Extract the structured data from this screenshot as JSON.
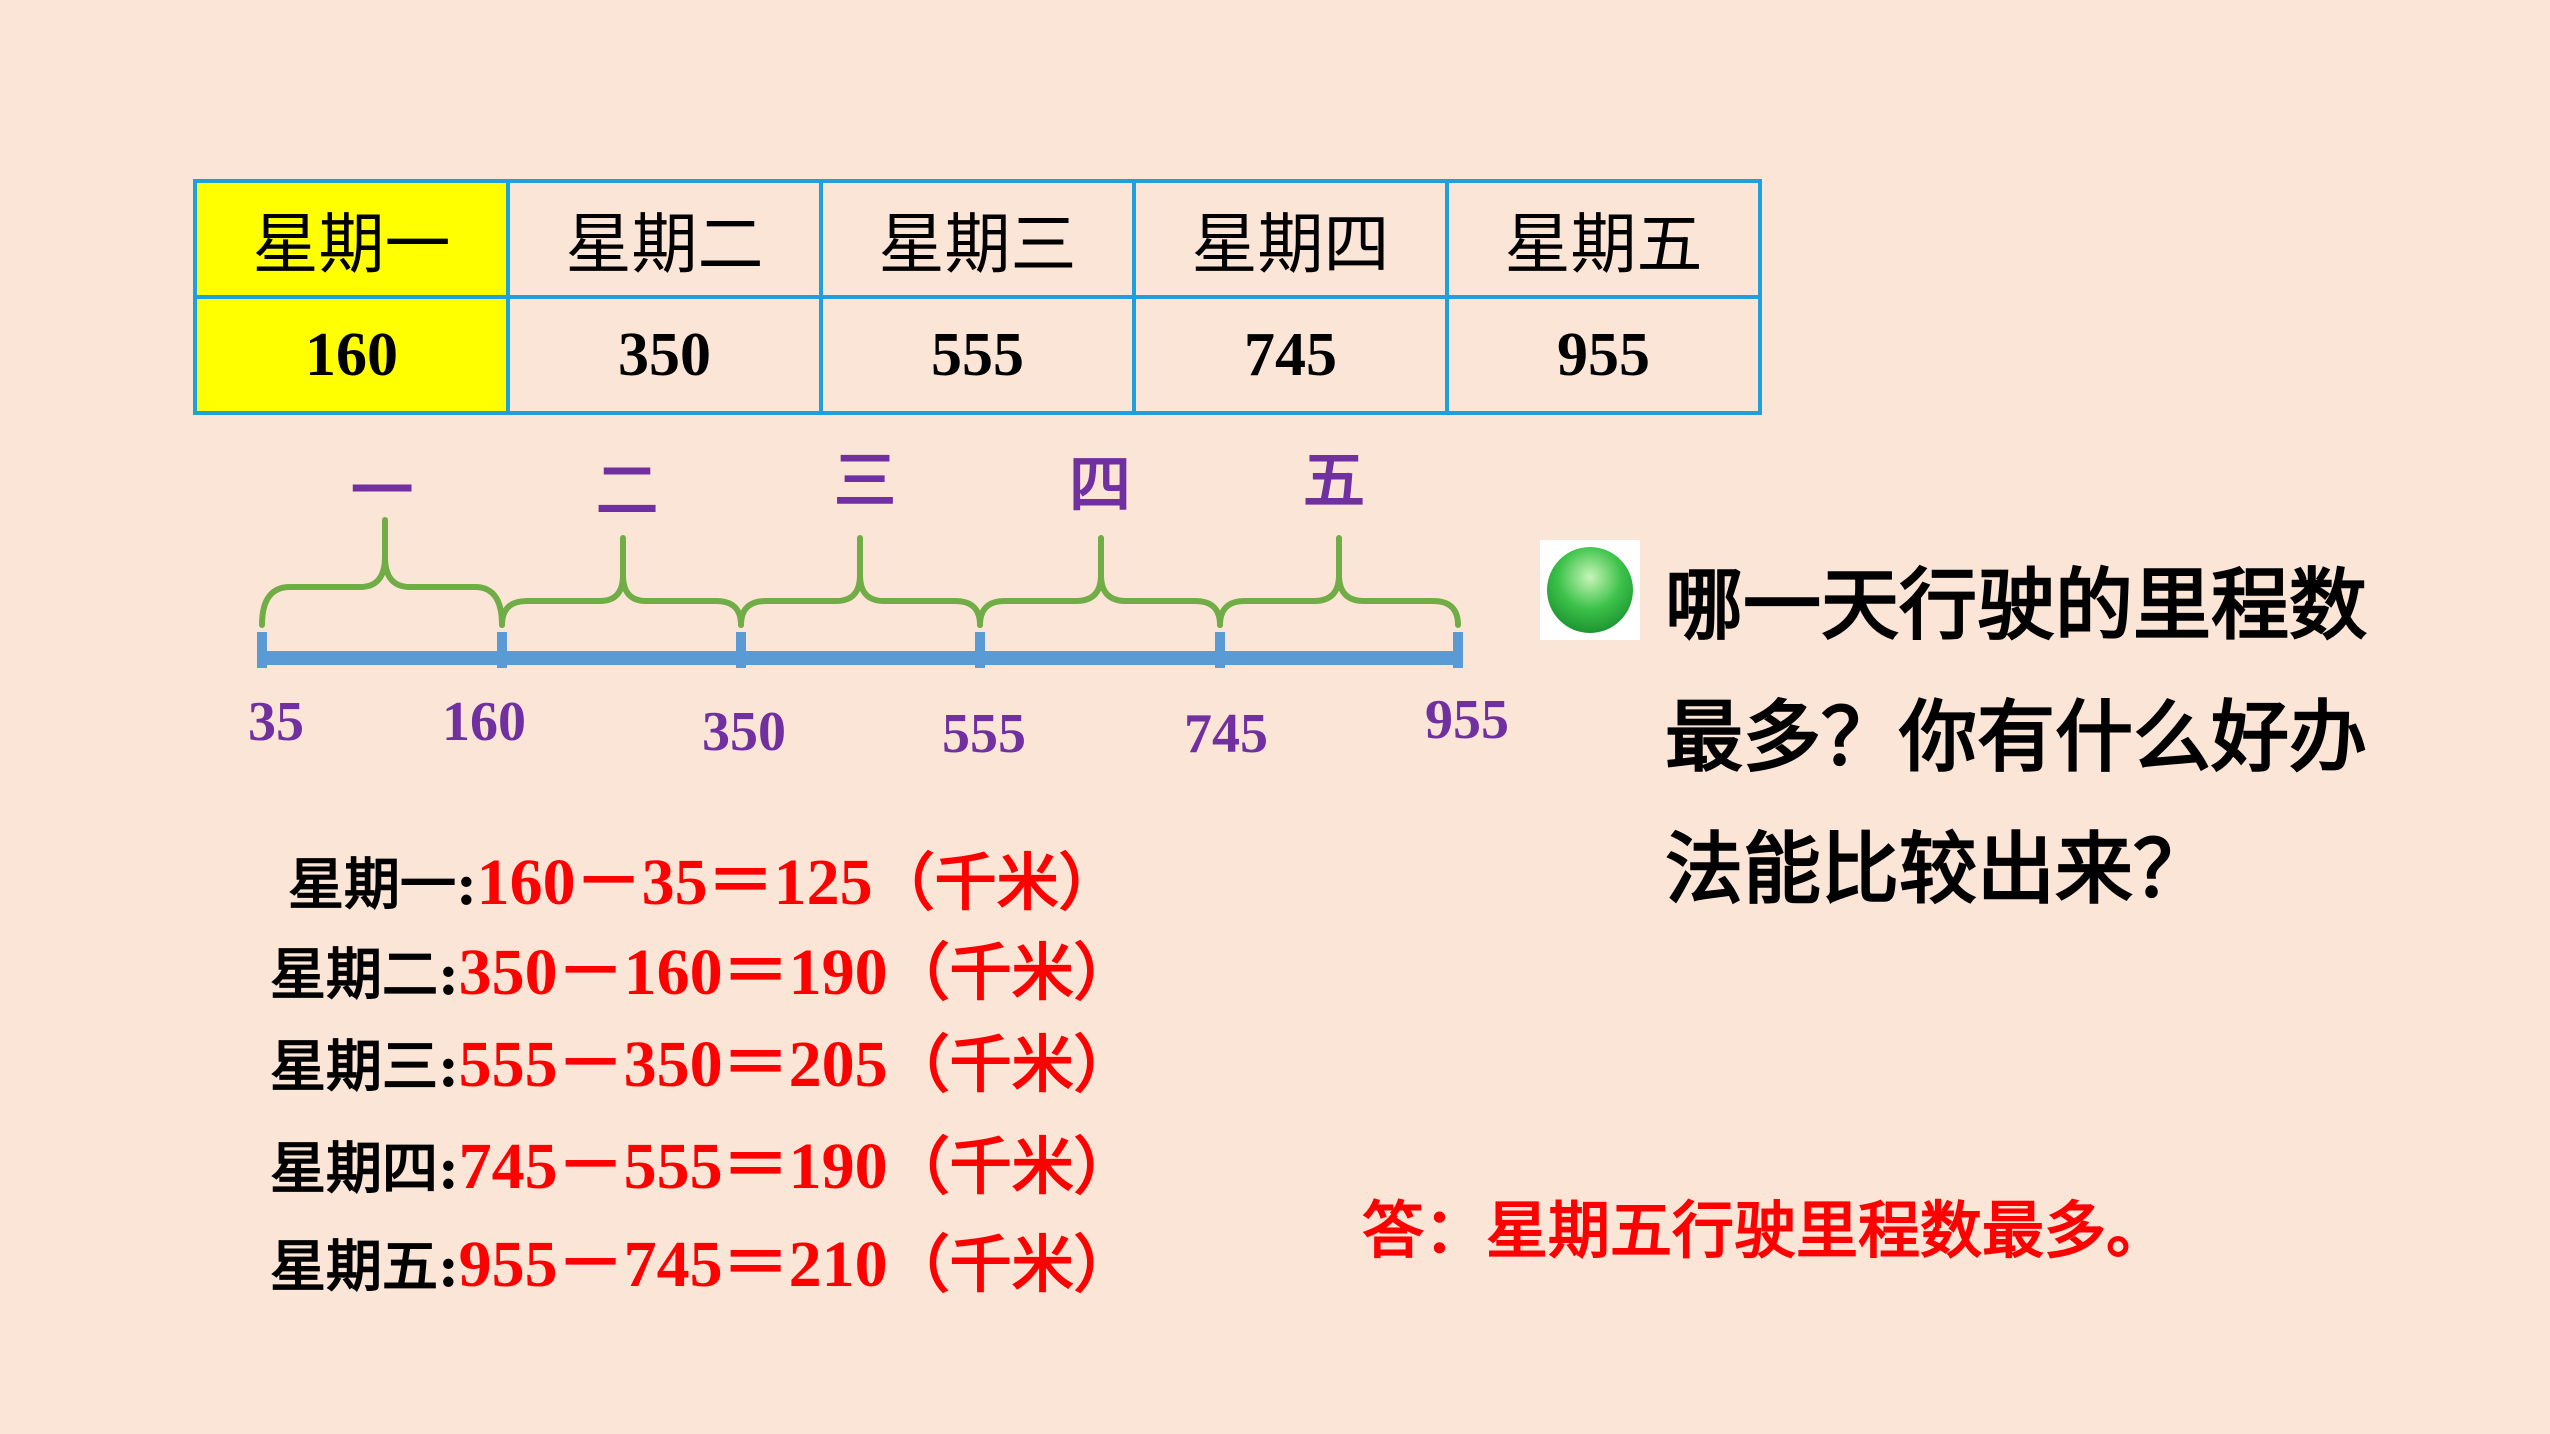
{
  "table": {
    "headers": [
      "星期一",
      "星期二",
      "星期三",
      "星期四",
      "星期五"
    ],
    "values": [
      "160",
      "350",
      "555",
      "745",
      "955"
    ]
  },
  "number_line": {
    "ticks": [
      "35",
      "160",
      "350",
      "555",
      "745",
      "955"
    ],
    "day_labels": [
      "一",
      "二",
      "三",
      "四",
      "五"
    ]
  },
  "calculations": [
    {
      "day": "星期一:",
      "expr": "160－35＝125",
      "unit": "（千米）"
    },
    {
      "day": "星期二:",
      "expr": "350－160＝190",
      "unit": "（千米）"
    },
    {
      "day": "星期三:",
      "expr": "555－350＝205",
      "unit": "（千米）"
    },
    {
      "day": "星期四:",
      "expr": "745－555＝190",
      "unit": "（千米）"
    },
    {
      "day": "星期五:",
      "expr": "955－745＝210",
      "unit": "（千米）"
    }
  ],
  "question": "哪一天行驶的里程数最多？你有什么好办法能比较出来？",
  "answer": "答：星期五行驶里程数最多。",
  "colors": {
    "background": "#fbe5d7",
    "table_border": "#1fa0dc",
    "highlight": "#ffff00",
    "line_blue": "#5b9bd5",
    "brace_green": "#70ad47",
    "label_purple": "#7030a0",
    "result_red": "#ff0000"
  }
}
